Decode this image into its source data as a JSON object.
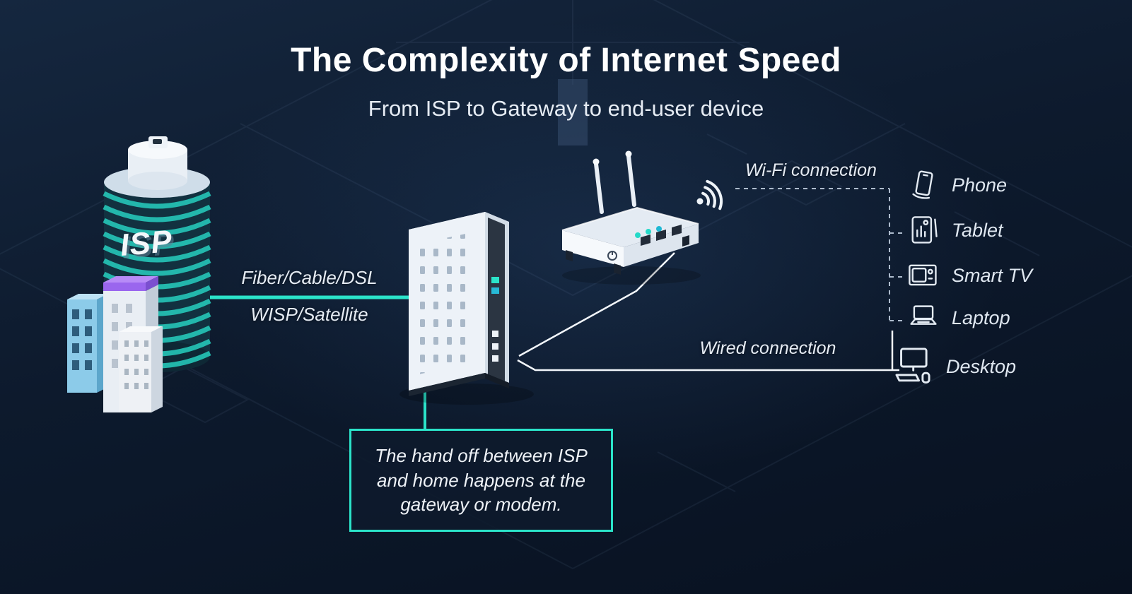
{
  "header": {
    "title": "The Complexity of Internet Speed",
    "subtitle": "From ISP to Gateway to end-user device"
  },
  "isp_label": "ISP",
  "connections": {
    "fiber_line1": "Fiber/Cable/DSL",
    "fiber_line2": "WISP/Satellite",
    "wifi": "Wi-Fi connection",
    "wired": "Wired connection"
  },
  "callout": {
    "text": "The hand off between ISP and home happens at the gateway or modem."
  },
  "devices": [
    {
      "label": "Phone"
    },
    {
      "label": "Tablet"
    },
    {
      "label": "Smart TV"
    },
    {
      "label": "Laptop"
    },
    {
      "label": "Desktop"
    }
  ],
  "colors": {
    "accent_teal": "#2be3c9",
    "connection_white": "#f3f7fb",
    "dashed_gray": "#aebccd",
    "background_top": "#15273f",
    "background_bottom": "#081120",
    "building_purple": "#9a66ee",
    "building_blue": "#8ccbe9"
  }
}
